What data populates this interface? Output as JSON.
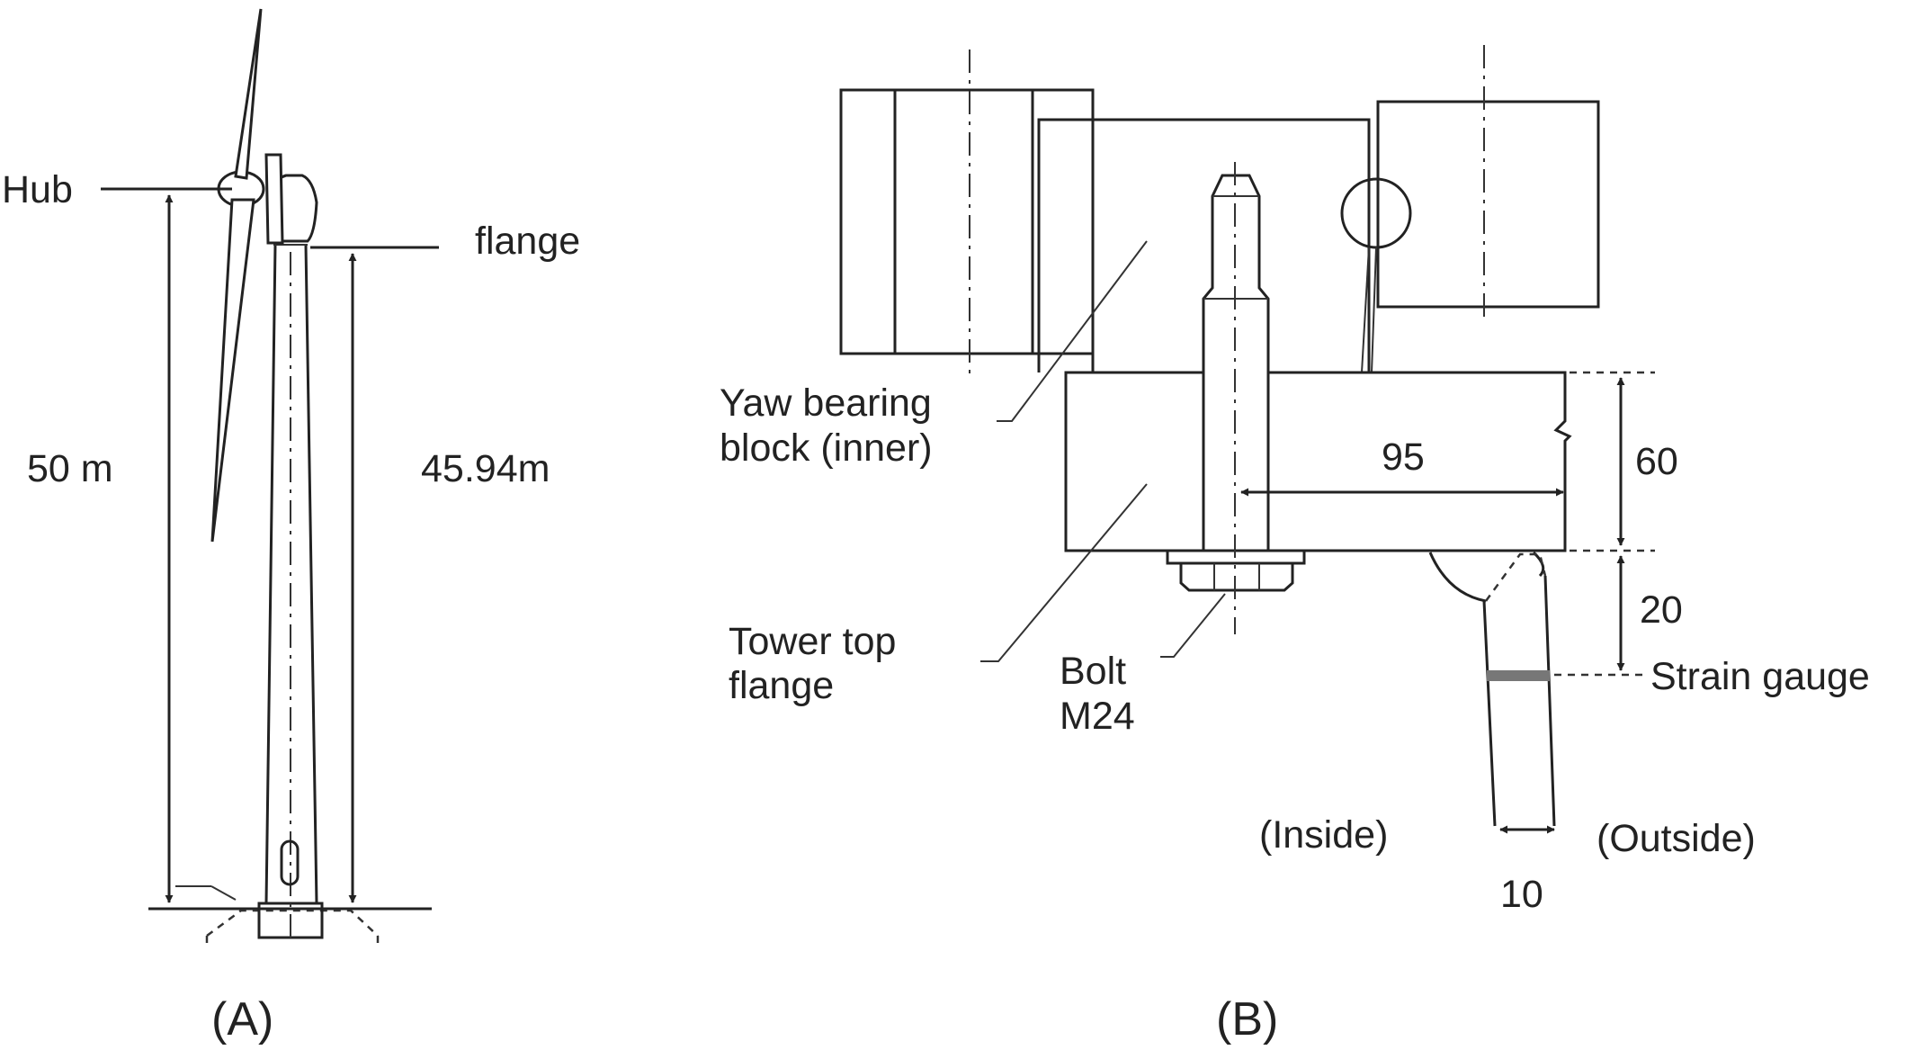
{
  "colors": {
    "line": "#222222",
    "background": "#ffffff",
    "gauge": "#777777"
  },
  "panel_a": {
    "label": "(A)",
    "hub_label": "Hub",
    "flange_label": "flange",
    "hub_height": "50 m",
    "flange_height": "45.94m"
  },
  "panel_b": {
    "label": "(B)",
    "yaw_bearing_line1": "Yaw bearing",
    "yaw_bearing_line2": "block (inner)",
    "tower_flange_line1": "Tower top",
    "tower_flange_line2": "flange",
    "bolt_line1": "Bolt",
    "bolt_line2": "M24",
    "dim_bolt_to_edge": "95",
    "dim_flange_thickness": "60",
    "dim_gauge_offset": "20",
    "dim_wall_thickness": "10",
    "strain_gauge": "Strain gauge",
    "inside": "(Inside)",
    "outside": "(Outside)"
  }
}
